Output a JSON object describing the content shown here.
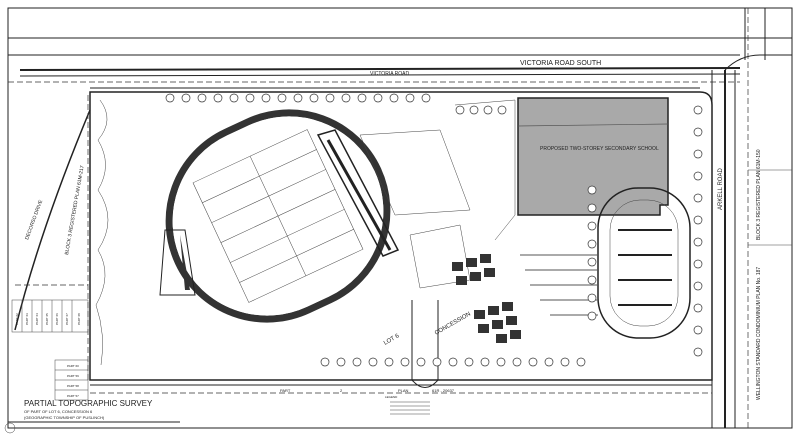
{
  "drawing": {
    "title": "PARTIAL TOPOGRAPHIC SURVEY",
    "subtitle_1": "OF PART OF LOT 6, CONCESSION 6",
    "subtitle_2": "(GEOGRAPHIC TOWNSHIP OF PUSLINCH)",
    "roads": {
      "north": "VICTORIA ROAD SOUTH",
      "north_short": "VICTORIA ROAD",
      "east": "ARKELL ROAD",
      "west": "DECORSO DRIVE"
    },
    "building": "PROPOSED TWO-STOREY SECONDARY SCHOOL",
    "lot_label": "LOT 6",
    "concession_label": "CONCESSION",
    "west_block": "BLOCK 3 REGISTERED PLAN 61M-217",
    "east_block": "BLOCK 3 REGISTERED PLAN 61M-150",
    "east_condo": "WELLINGTON STANDARD CONDOMINIUM PLAN No. 187",
    "south_plan": [
      "PART",
      "2",
      "PLAN",
      "61R - 20637"
    ],
    "parts": [
      "PART 62",
      "PART 63",
      "PART 64",
      "PART 65",
      "PART 66",
      "PART 67",
      "PART 68"
    ],
    "south_parts": [
      "PART 60",
      "PART 59",
      "PART 58",
      "PART 57"
    ],
    "legend_title": "LEGEND",
    "colors": {
      "building": "#a9a9a9",
      "line": "#222222",
      "background": "#ffffff"
    }
  }
}
